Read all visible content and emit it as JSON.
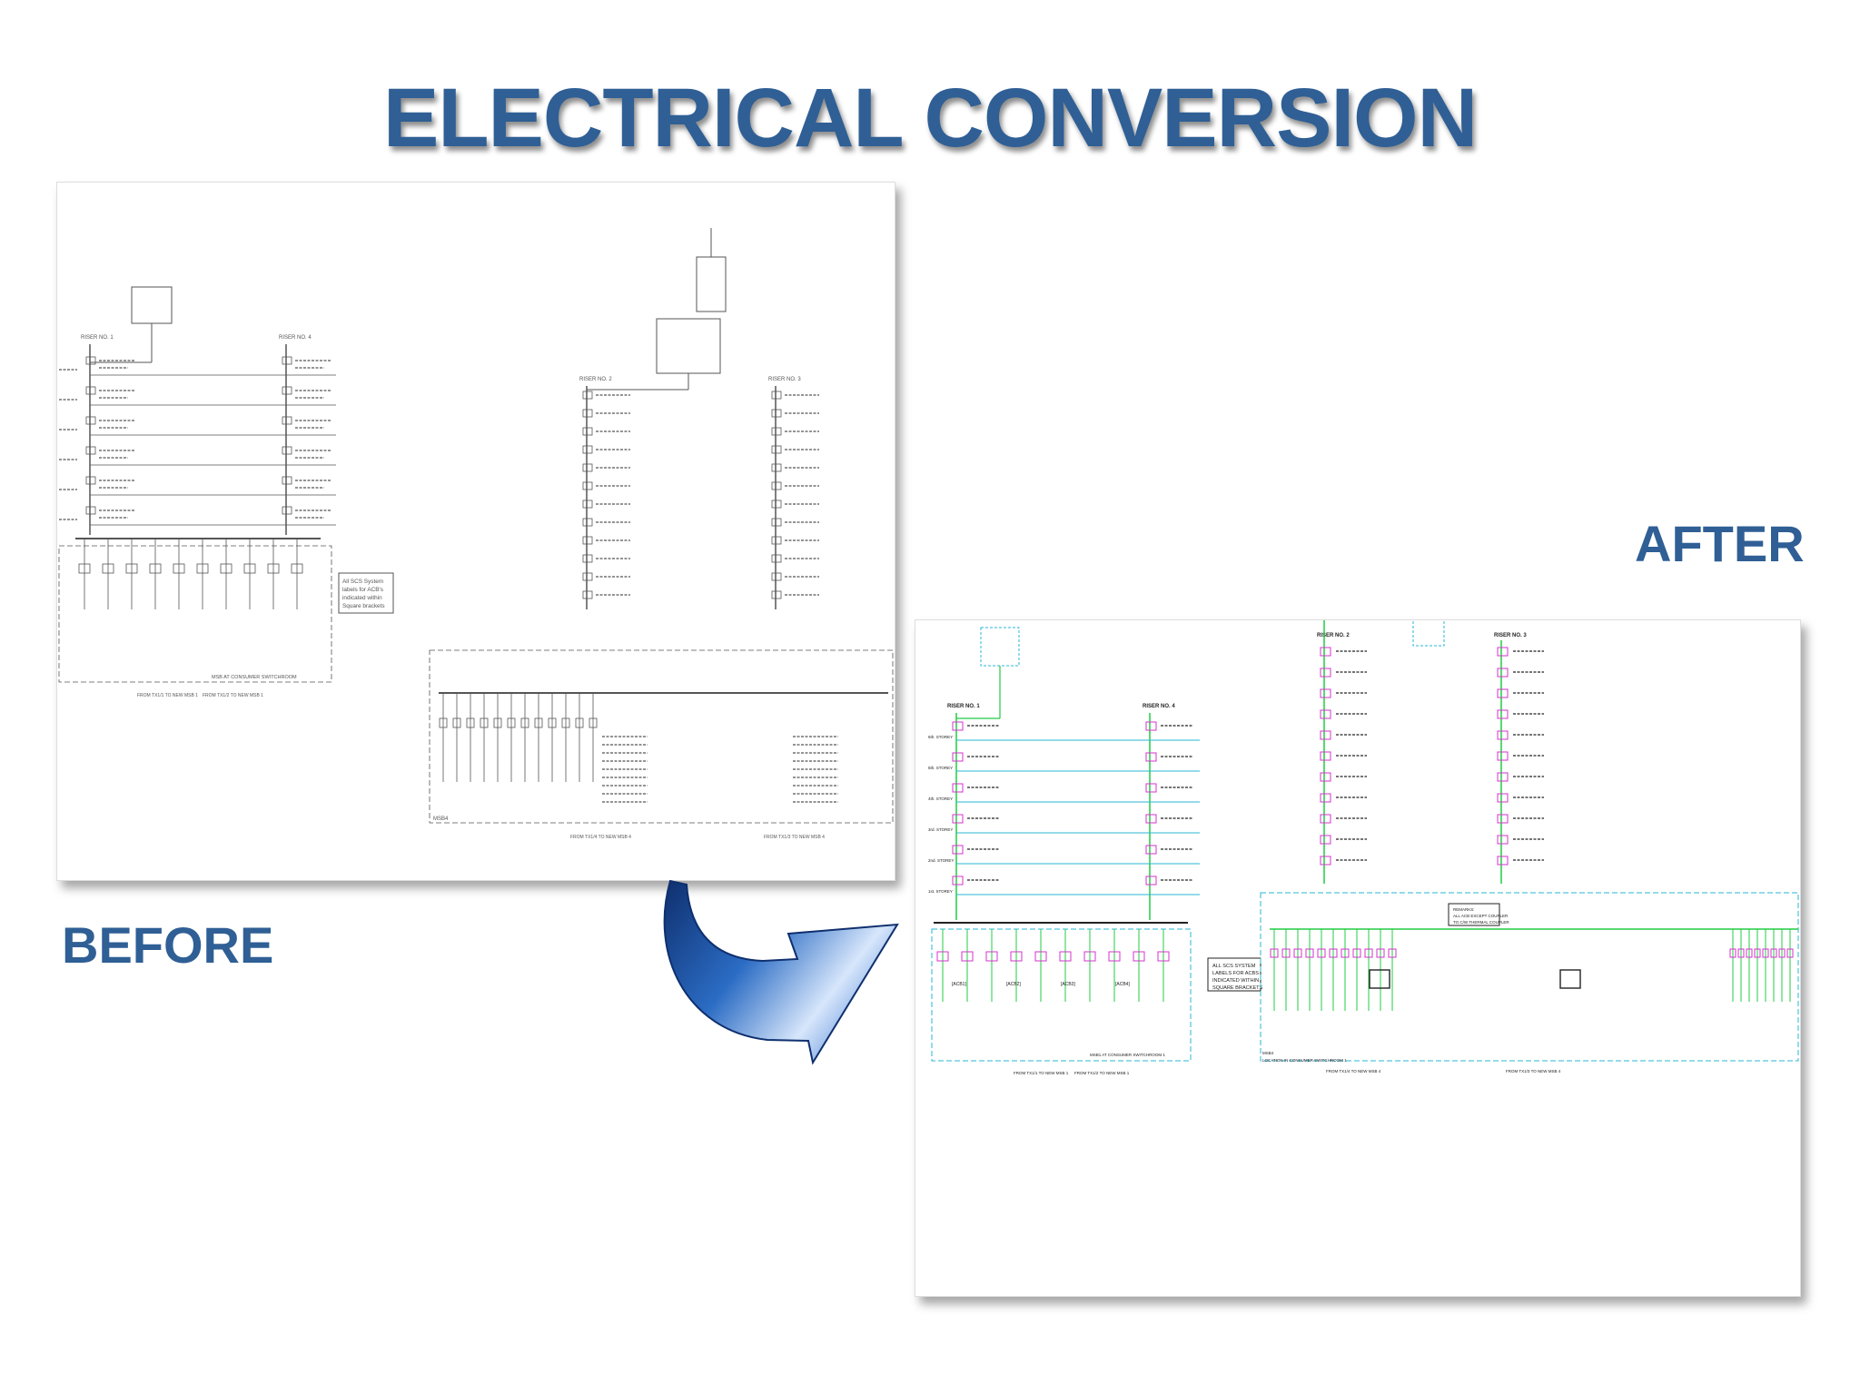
{
  "title": "ELECTRICAL CONVERSION",
  "labels": {
    "before": "BEFORE",
    "after": "AFTER"
  },
  "colors": {
    "title": "#2f5f95",
    "before_ink": "#555555",
    "after_bus": "#22cc44",
    "after_component": "#d633cc",
    "after_grid": "#2ab7d6",
    "arrow_dark": "#1a3f8a",
    "arrow_light": "#c9dcf5"
  },
  "before": {
    "risers": [
      "RISER NO. 1",
      "RISER NO. 4",
      "RISER NO. 2",
      "RISER NO. 3"
    ],
    "note": [
      "All SCS System",
      "labels for ACB's",
      "indicated within",
      "Square brackets"
    ],
    "footer": "MSB AT CONSUMER SWITCHROOM",
    "msb": "MSB4",
    "feeds": [
      "FROM TX1/1 TO NEW MSB 1",
      "FROM TX1/2 TO NEW MSB 1",
      "FROM TX1/4 TO NEW MSB 4",
      "FROM TX1/3 TO NEW MSB 4"
    ]
  },
  "after": {
    "risers": [
      "RISER NO. 1",
      "RISER NO. 4",
      "RISER NO. 2",
      "RISER NO. 3"
    ],
    "floors": [
      "6th. STOREY",
      "5th. STOREY",
      "4th. STOREY",
      "3rd. STOREY",
      "2nd. STOREY",
      "1st. STOREY"
    ],
    "note": [
      "ALL SCS SYSTEM",
      "LABELS FOR ACBS",
      "INDICATED WITHIN",
      "SQUARE BRACKETS"
    ],
    "remark": [
      "REMARKS:",
      "ALL ACB EXCEPT COUPLER",
      "TO C/W THERMAL COUPLER"
    ],
    "footer_left": "MSB1 AT CONSUMER SWITCHROOM 1",
    "footer_right": "LOCATION IN CONSUMER SWITCHROOM 1",
    "msb": "MSB4",
    "acb_labels": [
      "[ACB1]",
      "[ACB2]",
      "[ACB3]",
      "[ACB4]"
    ],
    "feeds": [
      "FROM TX1/1 TO NEW MSB 1",
      "FROM TX1/2 TO NEW MSB 1",
      "FROM TX1/4 TO NEW MSB 4",
      "FROM TX1/3 TO NEW MSB 4"
    ]
  }
}
